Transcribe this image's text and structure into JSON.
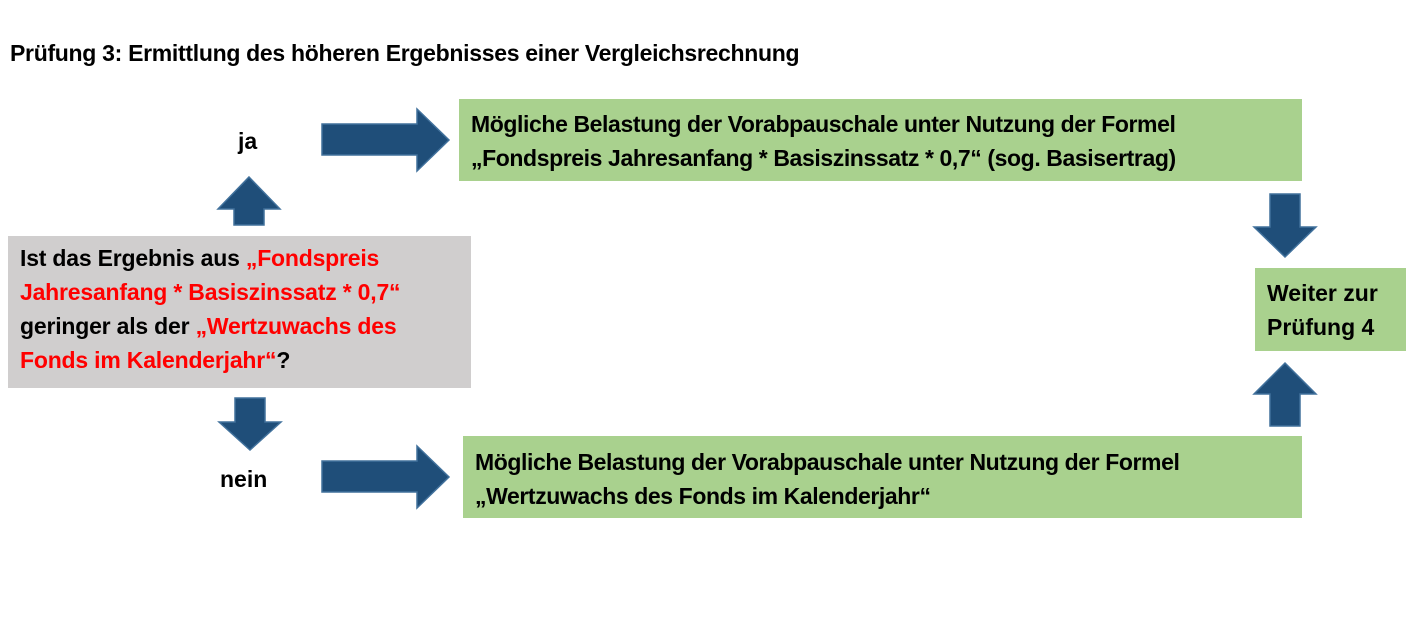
{
  "title": "Prüfung 3: Ermittlung des höheren Ergebnisses einer Vergleichsrechnung",
  "decision": {
    "parts": [
      {
        "text": "Ist das Ergebnis aus ",
        "style": "normal"
      },
      {
        "text": "„Fondspreis Jahresanfang * Basiszinssatz * 0,7“",
        "style": "red"
      },
      {
        "text": " geringer  als der ",
        "style": "normal"
      },
      {
        "text": "„Wertzuwachs des Fonds im Kalenderjahr“",
        "style": "red"
      },
      {
        "text": "?",
        "style": "normal"
      }
    ]
  },
  "branches": {
    "yes_label": "ja",
    "no_label": "nein"
  },
  "outcome_yes": {
    "line1": "Mögliche Belastung der Vorabpauschale unter Nutzung der Formel",
    "line2": "„Fondspreis Jahresanfang * Basiszinssatz * 0,7“ (sog. Basisertrag)"
  },
  "outcome_no": {
    "line1": "Mögliche Belastung der Vorabpauschale unter Nutzung der Formel",
    "line2": "„Wertzuwachs des Fonds im Kalenderjahr“"
  },
  "next_step": {
    "line1": "Weiter zur",
    "line2": "Prüfung 4"
  },
  "colors": {
    "arrow_fill": "#1f4e79",
    "decision_box": "#d0cece",
    "outcome_box": "#a9d18e",
    "highlight_text": "#ff0000"
  }
}
